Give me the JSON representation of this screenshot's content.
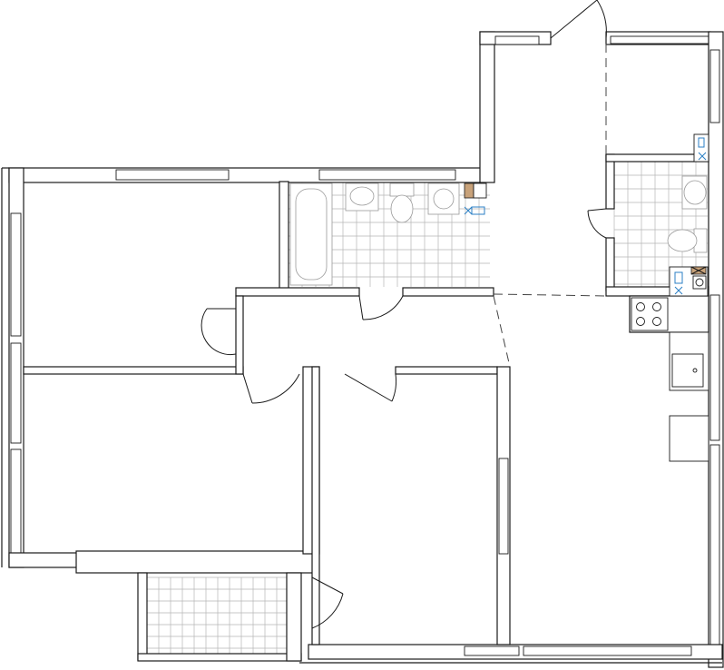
{
  "plan": {
    "type": "apartment floor plan",
    "rooms": [
      {
        "id": "bedroom-top-left"
      },
      {
        "id": "bedroom-bottom-left"
      },
      {
        "id": "bedroom-center"
      },
      {
        "id": "bathroom"
      },
      {
        "id": "toilet"
      },
      {
        "id": "living-kitchen"
      },
      {
        "id": "hallway"
      },
      {
        "id": "balcony"
      }
    ],
    "fixtures": [
      "bathtub",
      "washbasin",
      "toilet",
      "washing-machine",
      "stove",
      "kitchen-sink",
      "fridge"
    ],
    "colors": {
      "wall": "#1a1a1a",
      "tile": "#b5b5b5",
      "meter": "#2b7fc4",
      "riser": "#c8a27a"
    }
  }
}
